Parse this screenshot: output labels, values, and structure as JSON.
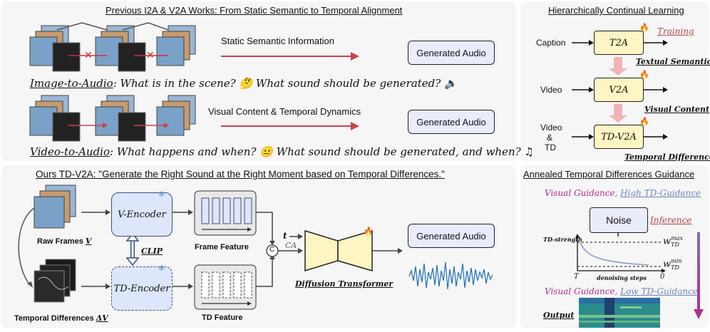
{
  "top_left": {
    "title": "Previous I2A & V2A Works: From Static Semantic to Temporal Alignment",
    "row1_arrow_label": "Static Semantic Information",
    "row1_output": "Generated Audio",
    "row1_question_prefix": "Image-to-Audio",
    "row1_question_rest": ": What is in the scene? 🤔 What sound should be generated? 🔈",
    "row2_arrow_label": "Visual Content & Temporal Dynamics",
    "row2_output": "Generated Audio",
    "row2_question_prefix": "Video-to-Audio",
    "row2_question_rest": ": What happens and when? 😐 What sound should be generated, and when? ♫"
  },
  "top_right": {
    "title": "Hierarchically Continual Learning",
    "training_label": "Training",
    "inputs": [
      "Caption",
      "Video",
      "Video",
      "&",
      "TD"
    ],
    "models": [
      "T2A",
      "V2A",
      "TD-V2A"
    ],
    "semantics": [
      "Textual Semantics",
      "Visual Content",
      "Temporal Differences"
    ]
  },
  "bottom_left": {
    "title": "Ours TD-V2A: \"Generate the Right Sound at the Right Moment based on Temporal Differences.\"",
    "raw_frames_label": "Raw Frames",
    "raw_frames_var": "V",
    "td_label": "Temporal Differences",
    "td_var": "ΔV",
    "v_encoder": "V-Encoder",
    "td_encoder": "TD-Encoder",
    "clip_label": "CLIP",
    "frame_feature": "Frame Feature",
    "td_feature": "TD Feature",
    "concat": "C",
    "t_label": "t",
    "ca_label": "CA",
    "diffusion": "Diffusion Transformer",
    "output": "Generated Audio"
  },
  "bottom_right": {
    "title": "Annealed Temporal Differences Guidance",
    "top_guidance_a": "Visual Guidance,",
    "top_guidance_b": "High TD-Guidance",
    "noise": "Noise",
    "inference": "Inference",
    "td_strength": "TD-strength",
    "w_max": "w",
    "w_max_sub": "TD",
    "w_max_sup": "max",
    "w_min": "w",
    "w_min_sub": "TD",
    "w_min_sup": "min",
    "t_axis": "T",
    "zero_axis": "0",
    "denoising": "denoising steps",
    "bottom_guidance_a": "Visual Guidance,",
    "bottom_guidance_b": "Low TD-Guidance",
    "output_label": "Output"
  },
  "colors": {
    "panel": "#f6f6f6",
    "gen_box": "#e9ecfb",
    "model_box": "#fdf6c3",
    "red_arrow": "#c8434d",
    "pink_arrow": "#f1b4b4",
    "magenta": "#b0308a",
    "blue_text": "#6f86b8",
    "training_red": "#b5474a"
  }
}
